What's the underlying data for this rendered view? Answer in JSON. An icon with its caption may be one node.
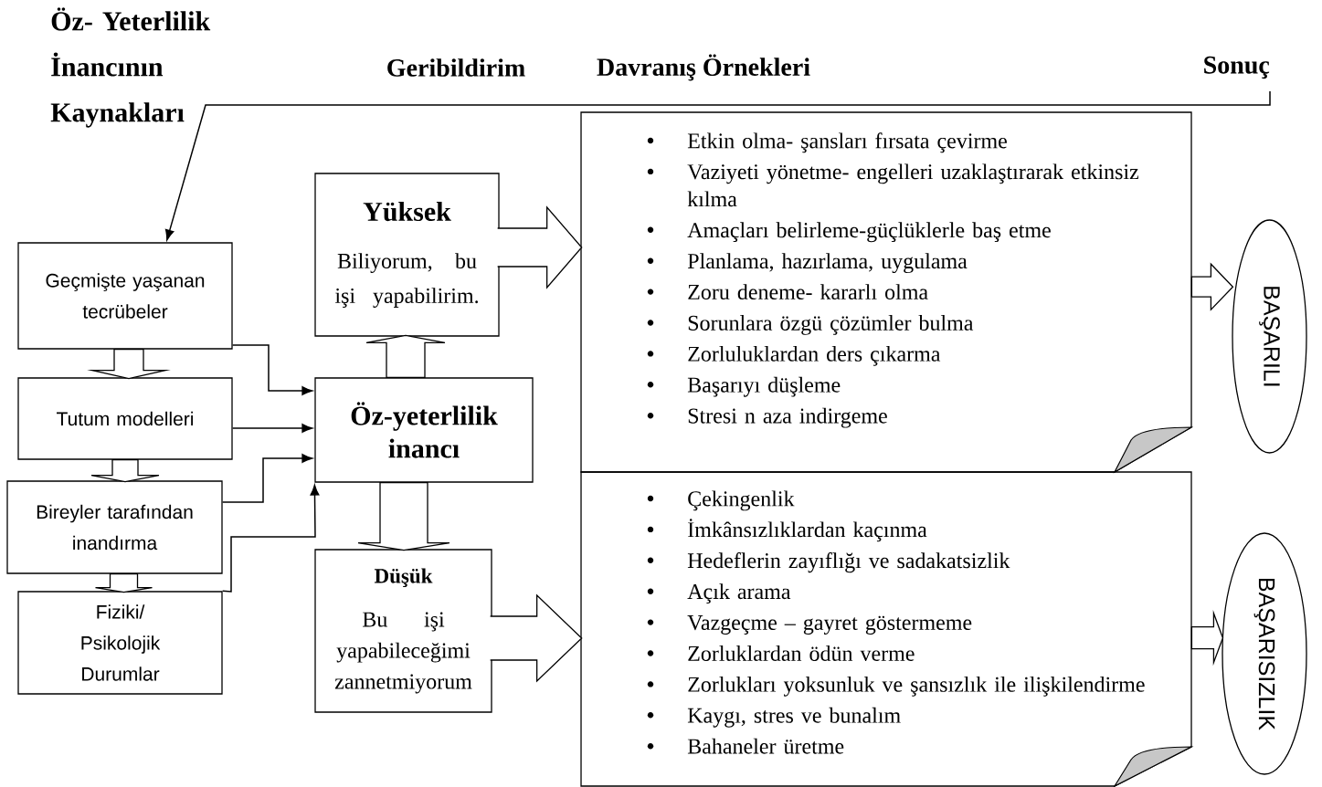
{
  "diagram": {
    "nodes": [
      {
        "text": [
          "Geçmişte yaşanan tecrübeler"
        ]
      },
      {
        "text": [
          "Tutum modelleri"
        ]
      },
      {
        "text": [
          "Bireyler tarafından inandırma"
        ]
      },
      {
        "text": [
          "Fiziki/ Psikolojik Durumlar"
        ]
      },
      {
        "text": [
          "Yüksek",
          "Biliyorum, bu işi yapabilirim."
        ]
      },
      {
        "text": [
          "Öz-yeterlilik inancı"
        ]
      },
      {
        "text": [
          "Düşük",
          "Bu işi yapabileceğimi zannetmiyorum"
        ]
      },
      {
        "text": [
          "Etkin olma- şansları fırsata çevirme",
          "Vaziyeti yönetme- engelleri uzaklaştırarak etkinsiz kılma",
          "Amaçları belirleme-güçlüklerle baş etme",
          "Planlama, hazırlama, uygulama",
          "Zoru deneme- kararlı olma",
          "Sorunlara özgü çözümler bulma",
          "Zorluluklardan ders çıkarma",
          "Başarıyı düşleme",
          "Stresi n aza indirgeme"
        ]
      },
      {
        "text": [
          "Çekingenlik",
          "İmkânsızlıklardan kaçınma",
          "Hedeflerin zayıflığı ve sadakatsizlik",
          "Açık arama",
          "Vazgeçme – gayret göstermeme",
          "Zorluklardan ödün verme",
          "Zorlukları yoksunluk ve şansızlık ile ilişkilendirme",
          "Kaygı, stres ve bunalım",
          "Bahaneler üretme"
        ]
      },
      {
        "text": [
          "BAŞARILI"
        ]
      },
      {
        "text": [
          "BAŞARISIZLIK"
        ]
      }
    ],
    "edges": [
      {
        "from": 0,
        "to": 1,
        "arrow": "to",
        "style": "thick"
      },
      {
        "from": 1,
        "to": 2,
        "arrow": "to",
        "style": "thick"
      },
      {
        "from": 2,
        "to": 3,
        "arrow": "to",
        "style": "thick"
      },
      {
        "from": 0,
        "to": 5,
        "arrow": "to"
      },
      {
        "from": 1,
        "to": 5,
        "arrow": "to"
      },
      {
        "from": 2,
        "to": 5,
        "arrow": "to"
      },
      {
        "from": 3,
        "to": 5,
        "arrow": "to"
      },
      {
        "from": 5,
        "to": 4,
        "arrow": "to",
        "style": "thick"
      },
      {
        "from": 5,
        "to": 6,
        "arrow": "to",
        "style": "thick"
      },
      {
        "from": 4,
        "to": 7,
        "arrow": "to",
        "style": "thick"
      },
      {
        "from": 6,
        "to": 8,
        "arrow": "to",
        "style": "thick"
      },
      {
        "from": 7,
        "to": 9,
        "arrow": "to",
        "style": "thick"
      },
      {
        "from": 8,
        "to": 10,
        "arrow": "to",
        "style": "thick"
      },
      {
        "from": null,
        "to": 0,
        "arrow": "to"
      }
    ],
    "labels": [
      "Öz- Yeterlilik İnancının Kaynakları",
      "Geribildirim",
      "Davranış Örnekleri",
      "Sonuç"
    ]
  }
}
